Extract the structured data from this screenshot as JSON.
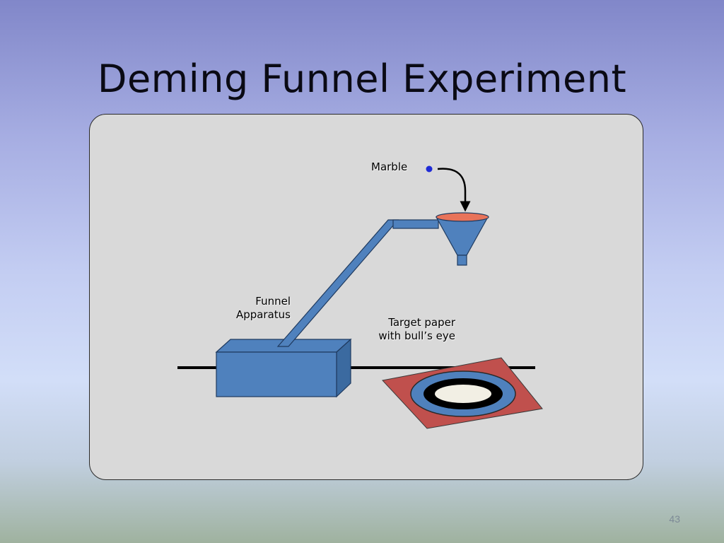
{
  "slide": {
    "title": "Deming Funnel Experiment",
    "page_number": "43"
  },
  "diagram": {
    "labels": {
      "marble": "Marble",
      "apparatus_line1": "Funnel",
      "apparatus_line2": "Apparatus",
      "target_line1": "Target paper",
      "target_line2": "with bull’s eye"
    },
    "colors": {
      "apparatus_blue": "#4f81bd",
      "funnel_rim": "#e8735a",
      "target_paper": "#c0504d",
      "marble": "#1f2bd6",
      "bullseye_center": "#f2efe4"
    }
  }
}
